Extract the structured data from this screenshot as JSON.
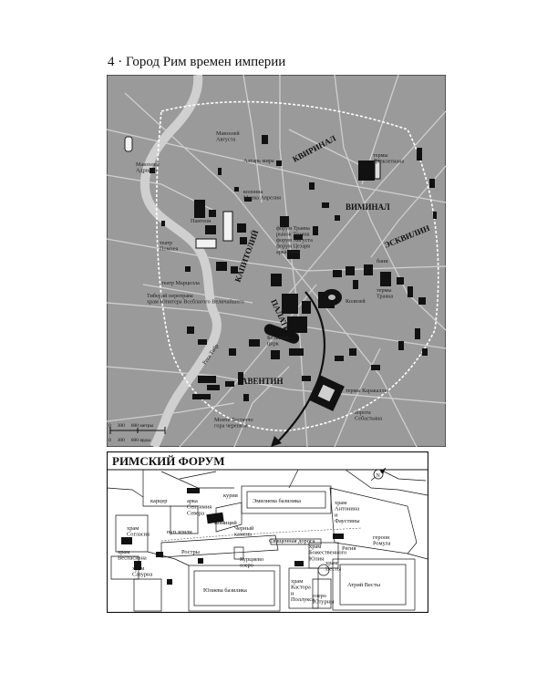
{
  "page": {
    "title": "4 · Город Рим времен империи"
  },
  "city_map": {
    "districts": {
      "kvirinal": "КВИРИНАЛ",
      "viminal": "ВИМИНАЛ",
      "eskvilin": "ЭСКВИЛИН",
      "kapitoliy": "КАПИТОЛИЙ",
      "palatin": "ПАЛАТИН",
      "aventin": "АВЕНТИН",
      "tibr": "Река Тибр"
    },
    "labels": {
      "mavzoley_avgusta": "Мавзолей\nАвгуста",
      "ara_paks": "Алтарь мира",
      "mavzoley_adriana": "Мавзолей\nАдриана",
      "kolonna": "колонна\nМарка Аврелия",
      "termy_diokletiana": "термы\nДиоклетиана",
      "panteon": "Пантеон",
      "teatr_pompeya": "театр\nПомпея",
      "forumy": "форум Траяна\nрынок Траяна\nфорум Августа\nфорум Цезаря\nарка Тита",
      "teatr_marcella": "театр Марцелла",
      "tiberiy": "Тиберий переправа\nхрам Юпитера Всеблагого Величайшего",
      "kolizey": "Колизей",
      "bani": "бани",
      "termy_trayana": "термы\nТраяна",
      "cirk": "Большой\nцирк",
      "termy_karakally": "термы Каракаллы",
      "porta_appia": "ворота\nСебастьяна",
      "monte": "Монте Тестаччо\nгора черепков",
      "scale_600m": "0     300     600 метры",
      "scale_600y": "0     300     600 ярды"
    }
  },
  "forum_map": {
    "title": "РИМСКИЙ ФОРУМ",
    "compass": "N",
    "labels": {
      "karcer": "карцер",
      "arka_severa": "арка\nСептимия\nСевера",
      "kuriya": "курия",
      "emilieva": "Эмилиева базилика",
      "hram_antonina": "храм\nАнтонина\nи\nФаустины",
      "pup_zemli": "пуп земли",
      "komitiy": "Комиций",
      "chernyy": "Черный\nкамень",
      "hram_soglasiya": "храм\nСогласия",
      "hram_vespasiana": "храм\nВеспасиана",
      "rostry": "Ростры",
      "svyashch": "Священная дорога",
      "heroon": "героон\nРомула",
      "hram_saturna": "храм\nСатурна",
      "kurcievo": "Курциево\nозеро",
      "hram_bozh": "храм\nБожественного\nЮлия",
      "regia": "Регия",
      "hram_vesty": "храм\nВесты",
      "yulieva": "Юлиева базилика",
      "hram_kastora": "храм\nКастора\nи\nПоллукса",
      "atriy": "Атрий Весты",
      "ozero": "озеро\nЮтурны"
    }
  }
}
